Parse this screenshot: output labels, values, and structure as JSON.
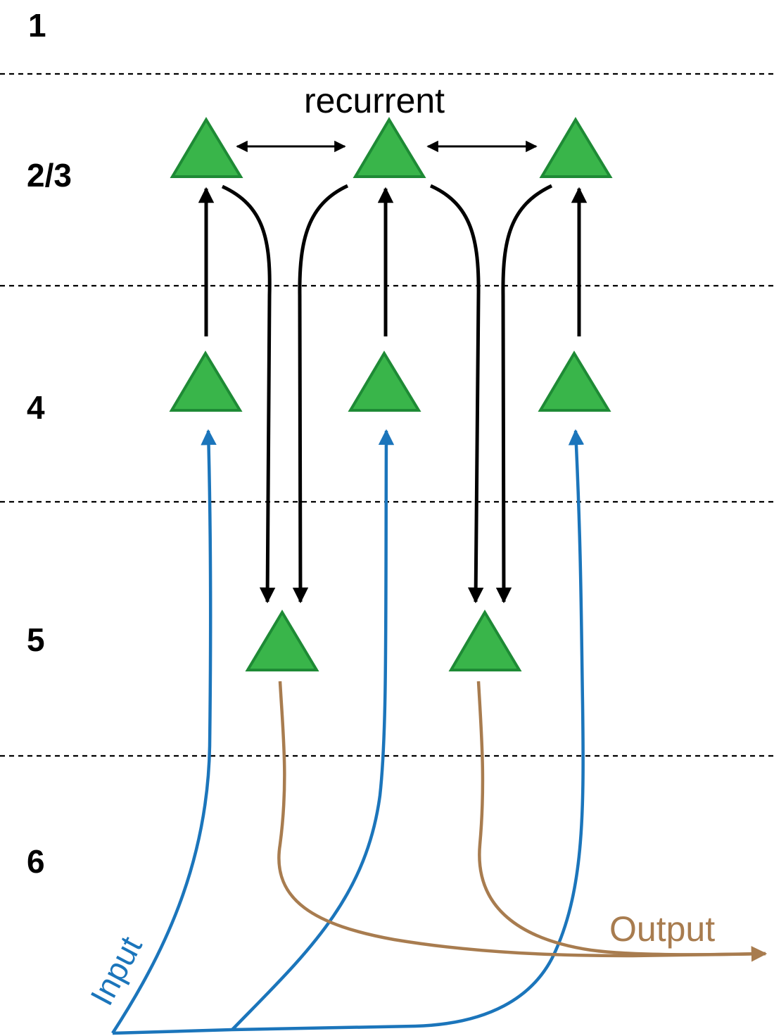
{
  "layers": [
    {
      "id": "1",
      "label": "1"
    },
    {
      "id": "23",
      "label": "2/3"
    },
    {
      "id": "4",
      "label": "4"
    },
    {
      "id": "5",
      "label": "5"
    },
    {
      "id": "6",
      "label": "6"
    }
  ],
  "labels": {
    "recurrent": "recurrent",
    "input": "Input",
    "output": "Output"
  },
  "colors": {
    "neuron_fill": "#39b54a",
    "neuron_stroke": "#1e8a35",
    "input": "#1b75bb",
    "output": "#a87c4f",
    "connection": "#000000"
  }
}
